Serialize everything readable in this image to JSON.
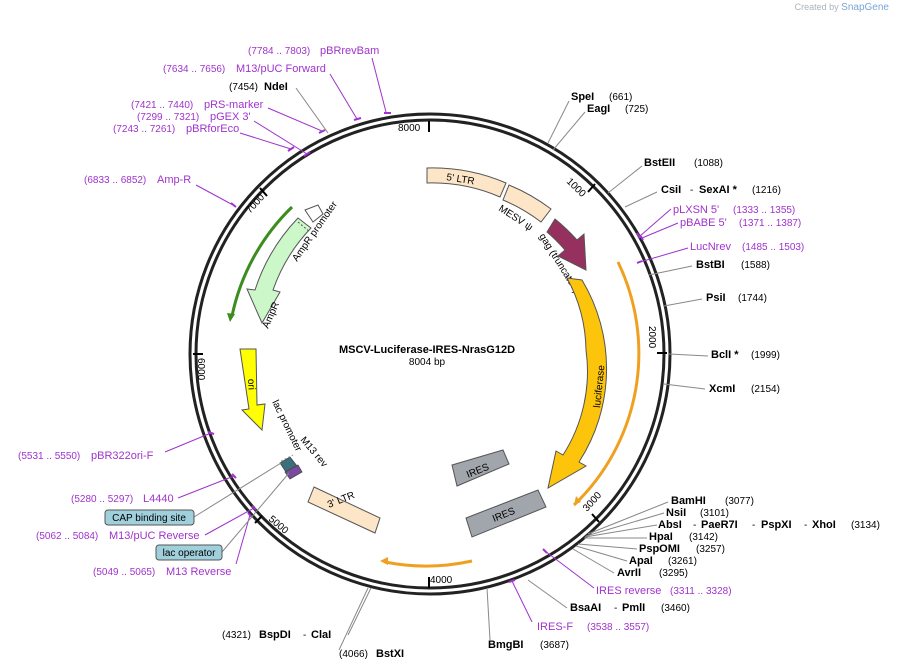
{
  "watermark": {
    "prefix": "Created by",
    "brand": "SnapGene"
  },
  "plasmid": {
    "name": "MSCV-Luciferase-IRES-NrasG12D",
    "length_label": "8004 bp"
  },
  "ticks": [
    "1000",
    "2000",
    "3000",
    "4000",
    "5000",
    "6000",
    "7000",
    "8000"
  ],
  "features": {
    "ltr5": "5' LTR",
    "psi": "MESV ψ",
    "gag": "gag (truncated)",
    "luciferase": "luciferase",
    "ires1": "IRES",
    "ires2": "IRES",
    "ltr3": "3' LTR",
    "ori": "ori",
    "lacprom": "lac promoter",
    "m13rev": "M13 rev",
    "ampr": "AmpR",
    "amprprom": "AmpR promoter"
  },
  "enzymes": {
    "spei": {
      "name": "SpeI",
      "pos": "(661)"
    },
    "eagi": {
      "name": "EagI",
      "pos": "(725)"
    },
    "bsteii": {
      "name": "BstEII",
      "pos": "(1088)"
    },
    "csii": {
      "name": "CsiI",
      "name2": "SexAI *",
      "pos": "(1216)"
    },
    "bstbi": {
      "name": "BstBI",
      "pos": "(1588)"
    },
    "psii": {
      "name": "PsiI",
      "pos": "(1744)"
    },
    "bcli": {
      "name": "BclI *",
      "pos": "(1999)"
    },
    "xcmi": {
      "name": "XcmI",
      "pos": "(2154)"
    },
    "bamhi": {
      "name": "BamHI",
      "pos": "(3077)"
    },
    "nsii": {
      "name": "NsiI",
      "pos": "(3101)"
    },
    "absi": {
      "name": "AbsI",
      "name2": "PaeR7I",
      "name3": "PspXI",
      "name4": "XhoI",
      "pos": "(3134)"
    },
    "hpai": {
      "name": "HpaI",
      "pos": "(3142)"
    },
    "pspomi": {
      "name": "PspOMI",
      "pos": "(3257)"
    },
    "apai": {
      "name": "ApaI",
      "pos": "(3261)"
    },
    "avrii": {
      "name": "AvrII",
      "pos": "(3295)"
    },
    "bsaai": {
      "name": "BsaAI",
      "name2": "PmlI",
      "pos": "(3460)"
    },
    "bmgbi": {
      "name": "BmgBI",
      "pos": "(3687)"
    },
    "bstxi": {
      "name": "BstXI",
      "pos": "(4066)"
    },
    "bspdi": {
      "name": "BspDI",
      "name2": "ClaI",
      "pos": "(4321)"
    },
    "ndei": {
      "name": "NdeI",
      "pos": "(7454)"
    }
  },
  "primers": {
    "pbrrevbam": {
      "name": "pBRrevBam",
      "pos": "(7784 .. 7803)"
    },
    "m13puc": {
      "name": "M13/pUC Forward",
      "pos": "(7634 .. 7656)"
    },
    "prsmarker": {
      "name": "pRS-marker",
      "pos": "(7421 .. 7440)"
    },
    "pgex3": {
      "name": "pGEX 3'",
      "pos": "(7299 .. 7321)"
    },
    "pbrforeco": {
      "name": "pBRforEco",
      "pos": "(7243 .. 7261)"
    },
    "ampr": {
      "name": "Amp-R",
      "pos": "(6833 .. 6852)"
    },
    "plxsn5": {
      "name": "pLXSN 5'",
      "pos": "(1333 .. 1355)"
    },
    "pbabe5": {
      "name": "pBABE 5'",
      "pos": "(1371 .. 1387)"
    },
    "lucnrev": {
      "name": "LucNrev",
      "pos": "(1485 .. 1503)"
    },
    "pbr322ori": {
      "name": "pBR322ori-F",
      "pos": "(5531 .. 5550)"
    },
    "l4440": {
      "name": "L4440",
      "pos": "(5280 .. 5297)"
    },
    "m13pucrev": {
      "name": "M13/pUC Reverse",
      "pos": "(5062 .. 5084)"
    },
    "m13reverse": {
      "name": "M13 Reverse",
      "pos": "(5049 .. 5065)"
    },
    "iresreverse": {
      "name": "IRES reverse",
      "pos": "(3311 .. 3328)"
    },
    "iresf": {
      "name": "IRES-F",
      "pos": "(3538 .. 3557)"
    }
  },
  "boxes": {
    "cap": "CAP binding site",
    "lacop": "lac operator"
  },
  "colors": {
    "ltr": "#fde5c8",
    "psi": "#fde5c8",
    "gag": "#96305f",
    "luc": "#fcc50c",
    "ires": "#a1a6ad",
    "ori": "#ffff00",
    "ampr": "#ccf7c8",
    "primer": "#a033cc",
    "orangeline": "#f0a020",
    "greenline": "#3c8c1e",
    "box": "#9fd0db"
  }
}
